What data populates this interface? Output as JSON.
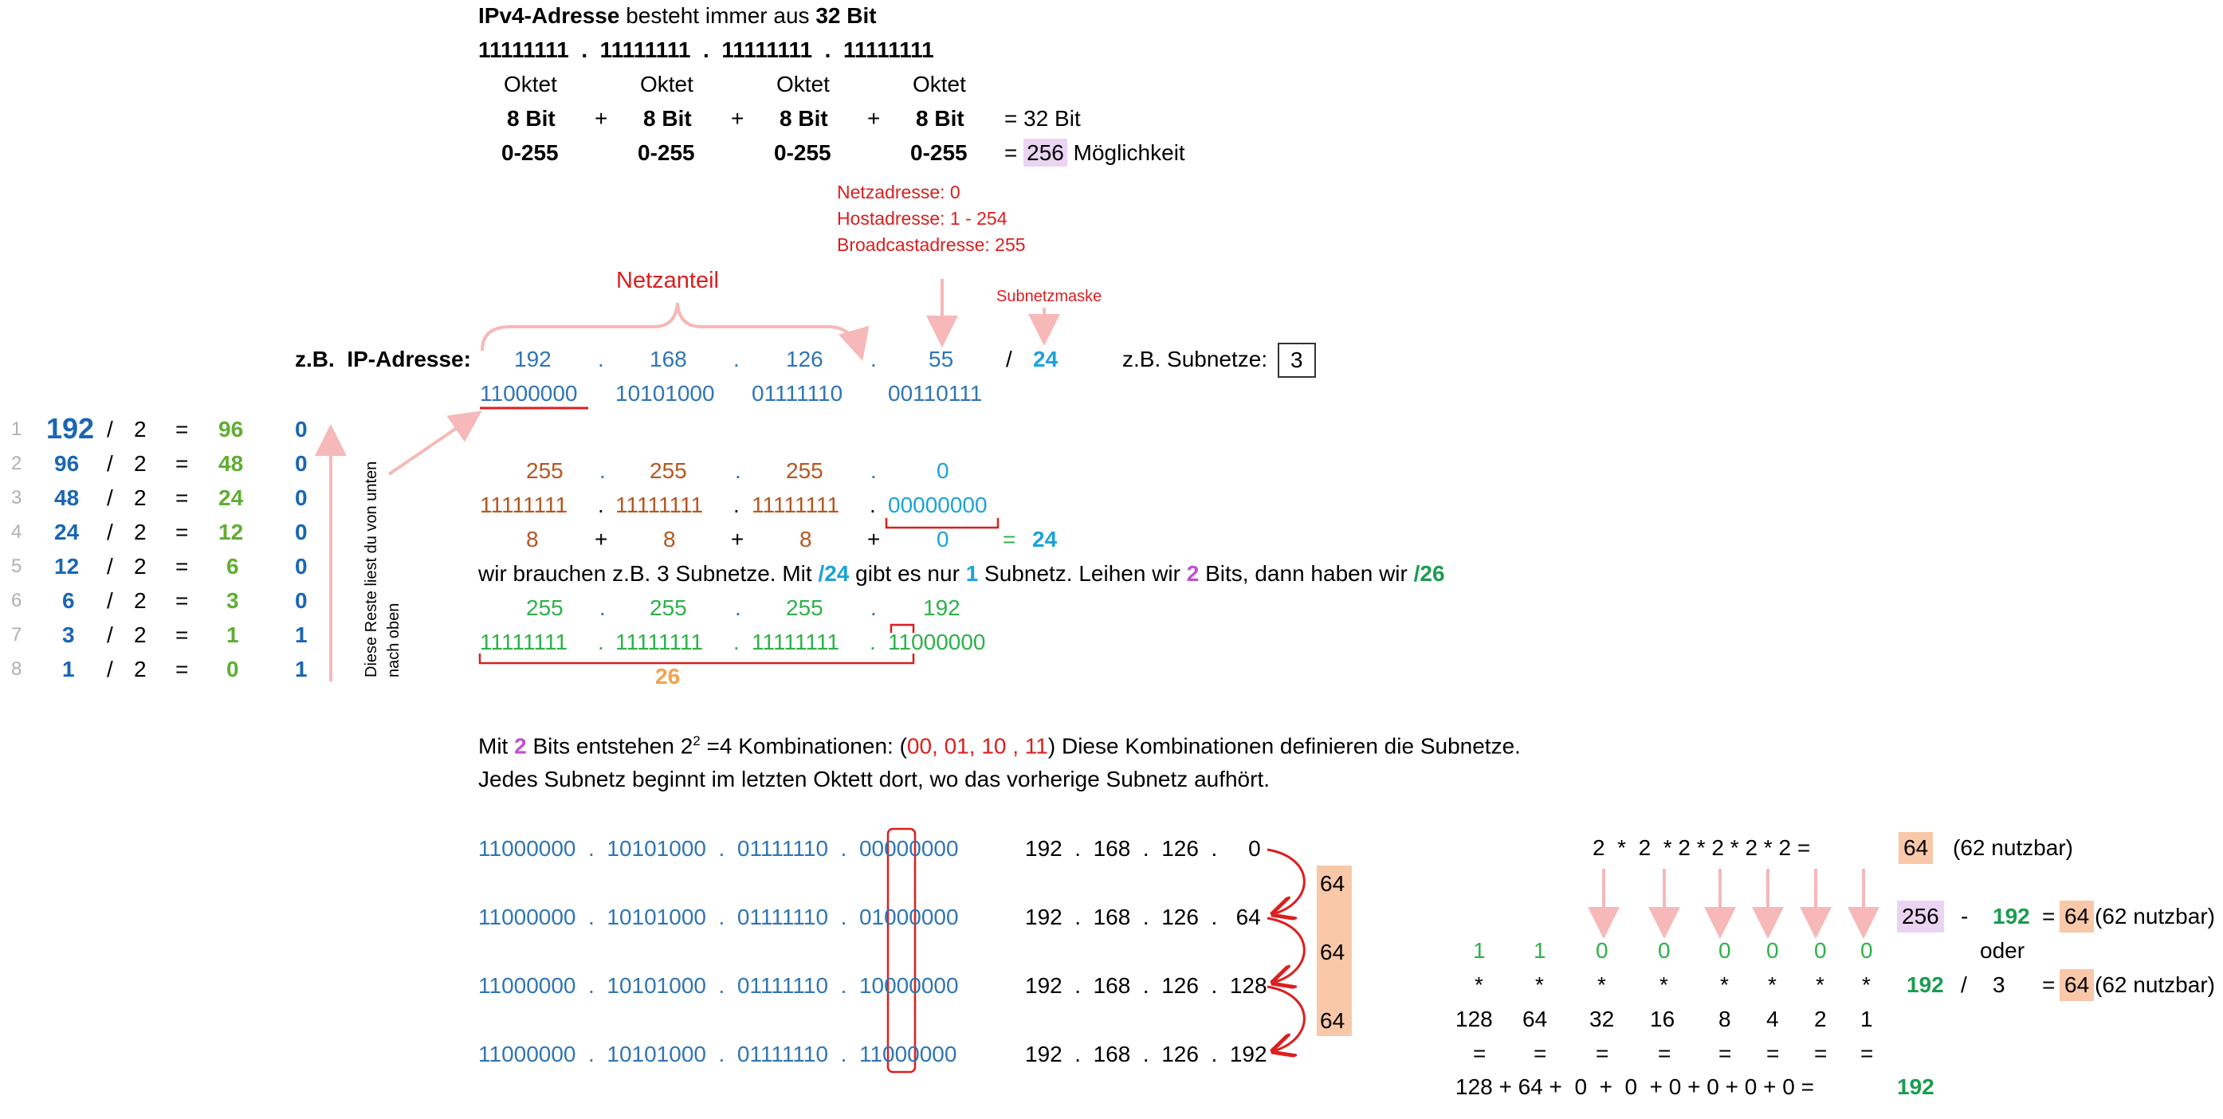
{
  "header": {
    "title_bold_1": "IPv4-Adresse",
    "title_rest": " besteht immer aus ",
    "title_bold_2": "32 Bit",
    "bits_line": "11111111  .  11111111  .  11111111  .  11111111",
    "oktet": "Oktet",
    "bit8": "8 Bit",
    "range": "0-255",
    "plus": "+",
    "eq_bits": "= 32 Bit",
    "eq": "=",
    "possibilities_value": "256",
    "possibilities_label": "Möglichkeit"
  },
  "notes": {
    "netz": "Netzadresse: 0",
    "host": "Hostadresse: 1 - 254",
    "broadcast": "Broadcastadresse: 255",
    "netzanteil": "Netzanteil",
    "subnetzmaske": "Subnetzmaske"
  },
  "ip_example": {
    "label": "z.B.  IP-Adresse:",
    "o1": "192",
    "o2": "168",
    "o3": "126",
    "o4": "55",
    "dot": ".",
    "slash": "/",
    "prefix": "24",
    "bin1": "11000000",
    "bin2": "10101000",
    "bin3": "01111110",
    "bin4": "00110111",
    "subnets_label": "z.B. Subnetze:",
    "subnets_value": "3"
  },
  "division": {
    "rows": [
      {
        "n": "1",
        "a": "192",
        "op": "/",
        "d": "2",
        "eq": "=",
        "q": "96",
        "r": "0"
      },
      {
        "n": "2",
        "a": "96",
        "op": "/",
        "d": "2",
        "eq": "=",
        "q": "48",
        "r": "0"
      },
      {
        "n": "3",
        "a": "48",
        "op": "/",
        "d": "2",
        "eq": "=",
        "q": "24",
        "r": "0"
      },
      {
        "n": "4",
        "a": "24",
        "op": "/",
        "d": "2",
        "eq": "=",
        "q": "12",
        "r": "0"
      },
      {
        "n": "5",
        "a": "12",
        "op": "/",
        "d": "2",
        "eq": "=",
        "q": "6",
        "r": "0"
      },
      {
        "n": "6",
        "a": "6",
        "op": "/",
        "d": "2",
        "eq": "=",
        "q": "3",
        "r": "0"
      },
      {
        "n": "7",
        "a": "3",
        "op": "/",
        "d": "2",
        "eq": "=",
        "q": "1",
        "r": "1"
      },
      {
        "n": "8",
        "a": "1",
        "op": "/",
        "d": "2",
        "eq": "=",
        "q": "0",
        "r": "1"
      }
    ],
    "note_line1": "Diese Reste liest du von unten",
    "note_line2": "nach oben"
  },
  "mask24": {
    "d1": "255",
    "d2": "255",
    "d3": "255",
    "d4": "0",
    "b1": "11111111",
    "b2": "11111111",
    "b3": "11111111",
    "b4": "00000000",
    "c1": "8",
    "c2": "8",
    "c3": "8",
    "c4": "0",
    "plus": "+",
    "eq": "=",
    "sum": "24"
  },
  "borrow_text": {
    "p1": "wir brauchen z.B. 3 Subnetze. Mit ",
    "p2": "/24",
    "p3": " gibt es nur ",
    "p4": "1",
    "p5": " Subnetz. Leihen wir ",
    "p6": "2",
    "p7": " Bits, dann haben wir ",
    "p8": "/26"
  },
  "mask26": {
    "d1": "255",
    "d2": "255",
    "d3": "255",
    "d4": "192",
    "b1": "11111111",
    "b2": "11111111",
    "b3": "11111111",
    "b4": "11000000",
    "total": "26"
  },
  "combo_text": {
    "p1": "Mit ",
    "p2": "2",
    "p3": " Bits entstehen 2",
    "sup": "2",
    "p4": " =4 Kombinationen: (",
    "c": "00, 01, 10 , 11",
    "p5": ") Diese Kombinationen definieren die Subnetze.",
    "line2": "Jedes Subnetz beginnt im letzten Oktett dort, wo das vorherige Subnetz aufhört."
  },
  "subnets": {
    "rows": [
      {
        "bin": "11000000  .  10101000  .  01111110  .  00000000",
        "dec": "192  .  168  .  126  .     0"
      },
      {
        "bin": "11000000  .  10101000  .  01111110  .  01000000",
        "dec": "192  .  168  .  126  .   64"
      },
      {
        "bin": "11000000  .  10101000  .  01111110  .  10000000",
        "dec": "192  .  168  .  126  .  128"
      },
      {
        "bin": "11000000  .  10101000  .  01111110  .  11000000",
        "dec": "192  .  168  .  126  .  192"
      }
    ],
    "step": "64"
  },
  "calc": {
    "power_line": "2  *  2  * 2 * 2 * 2 * 2 =",
    "result": "64",
    "usable": "(62 nutzbar)",
    "bits": [
      "1",
      "1",
      "0",
      "0",
      "0",
      "0",
      "0",
      "0"
    ],
    "star": "*",
    "weights": [
      "128",
      "64",
      "32",
      "16",
      "8",
      "4",
      "2",
      "1"
    ],
    "eqs": "=",
    "sum_line_a": "128 + 64 +  0  +  0  + 0 + 0 + 0 + 0 =",
    "sum_result": "192",
    "m1_a": "256",
    "m1_op": "-",
    "m1_b": "192",
    "m1_eq": "=",
    "oder": "oder",
    "m2_a": "192",
    "m2_op": "/",
    "m2_b": "3",
    "m2_eq": "="
  },
  "colors": {
    "blue": "#2f75b5",
    "cyan": "#1aa3d9",
    "green": "#2db14a",
    "brown": "#b8561f",
    "red": "#dc1e1e",
    "purple": "#c04fd0",
    "orange": "#f4a24d",
    "arrow_pink": "#f6b8b8",
    "highlight_pink": "#ead4f2",
    "highlight_orange": "#f8c8a8"
  }
}
